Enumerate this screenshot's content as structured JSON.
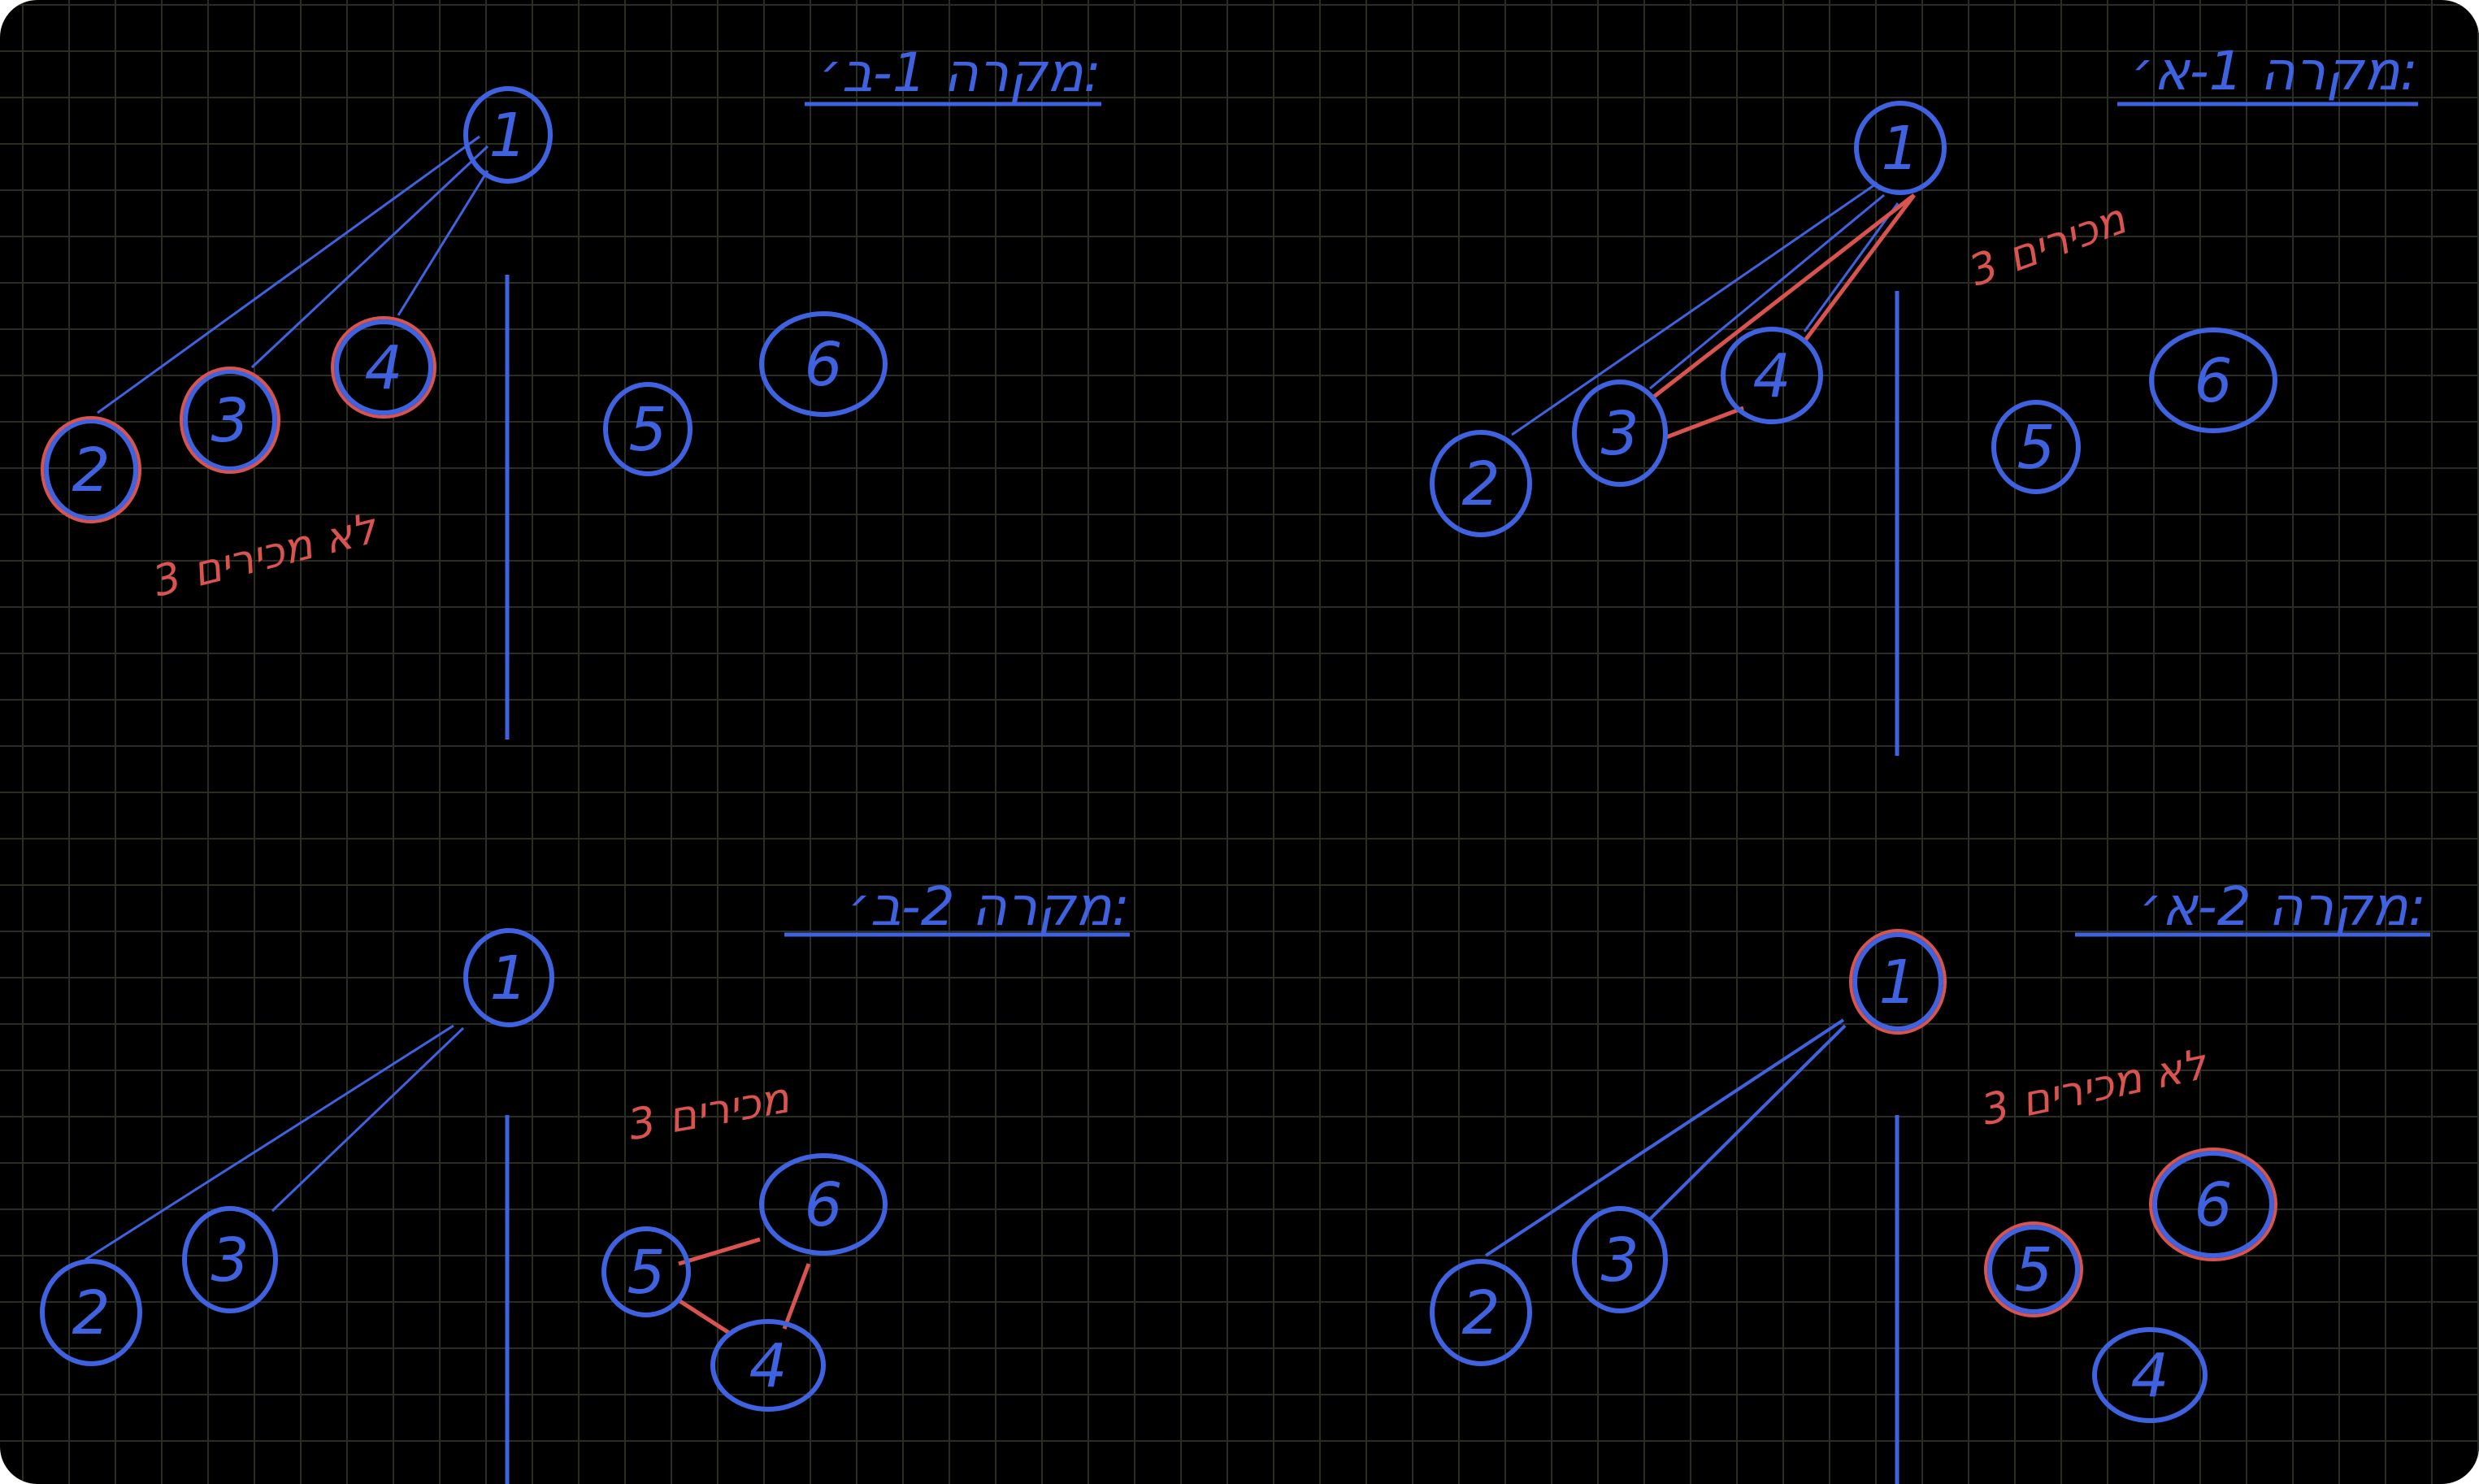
{
  "colors": {
    "background": "#000000",
    "grid": "#2a2d22",
    "ink_blue": "#3f63e0",
    "ink_red": "#d9534f"
  },
  "quadrants": {
    "case_1a": {
      "title": "מקרה 1-א׳:",
      "annotation": "3 מכירים",
      "nodes": {
        "n1": "1",
        "n2": "2",
        "n3": "3",
        "n4": "4",
        "n5": "5",
        "n6": "6"
      }
    },
    "case_1b": {
      "title": "מקרה 1-ב׳:",
      "annotation": "3 לא מכירים",
      "nodes": {
        "n1": "1",
        "n2": "2",
        "n3": "3",
        "n4": "4",
        "n5": "5",
        "n6": "6"
      }
    },
    "case_2a": {
      "title": "מקרה 2-א׳:",
      "annotation": "3 לא מכירים",
      "nodes": {
        "n1": "1",
        "n2": "2",
        "n3": "3",
        "n4": "4",
        "n5": "5",
        "n6": "6"
      }
    },
    "case_2b": {
      "title": "מקרה 2-ב׳:",
      "annotation": "3 מכירים",
      "nodes": {
        "n1": "1",
        "n2": "2",
        "n3": "3",
        "n4": "4",
        "n5": "5",
        "n6": "6"
      }
    }
  }
}
